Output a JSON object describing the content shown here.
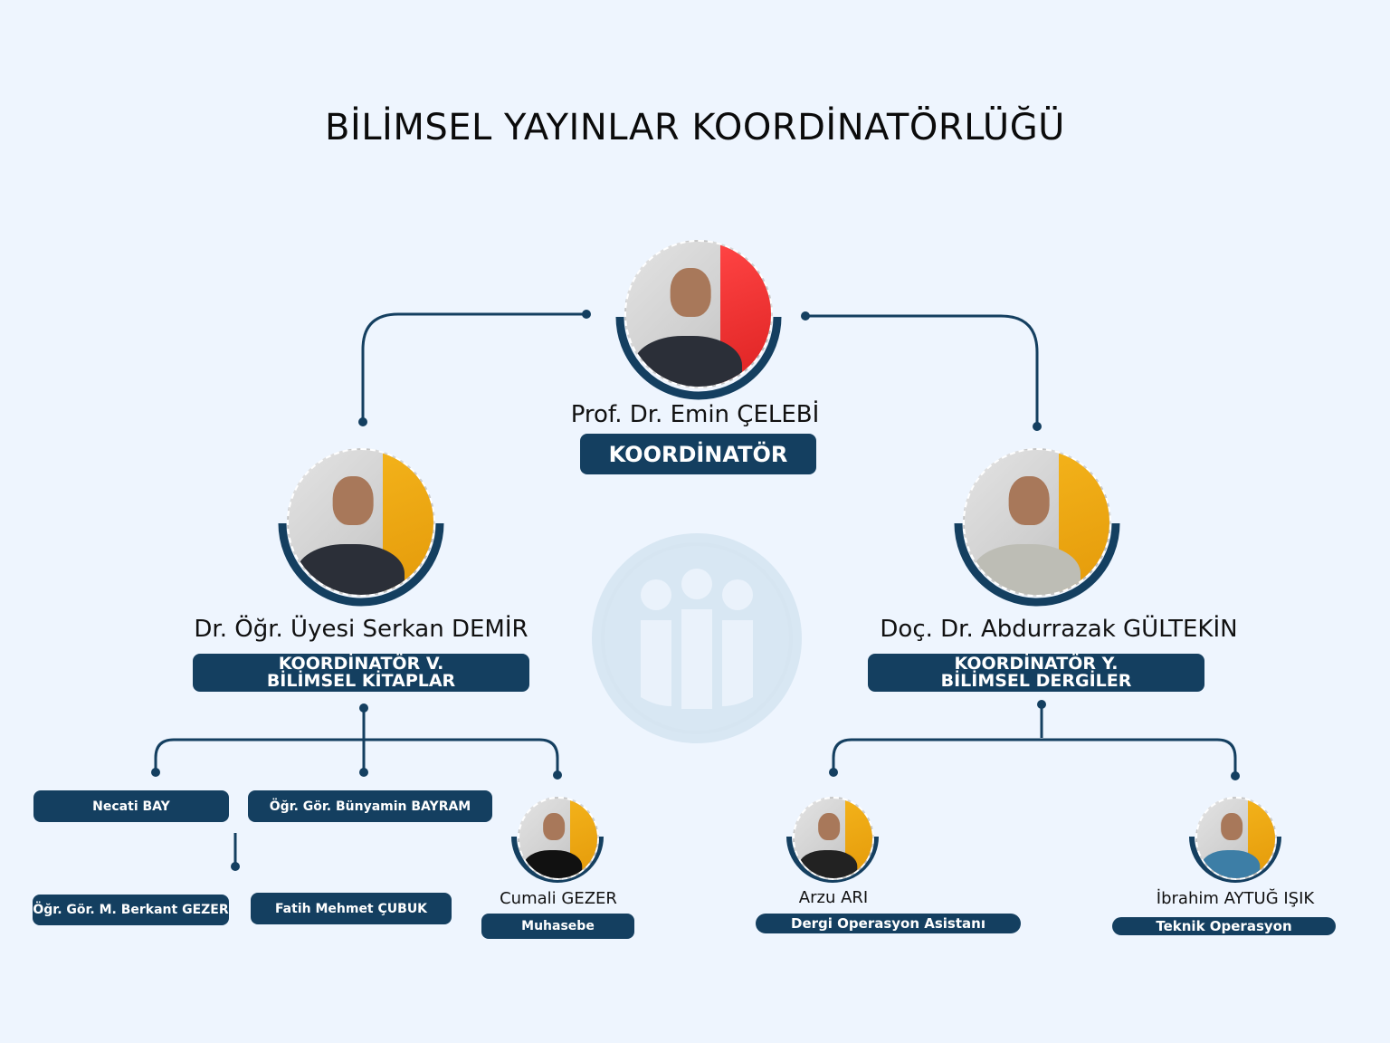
{
  "title": "BİLİMSEL YAYINLAR KOORDİNATÖRLÜĞÜ",
  "colors": {
    "primary": "#143F60",
    "background": "#EEF5FE",
    "watermark": "#C6DAEA"
  },
  "coordinator": {
    "name": "Prof. Dr. Emin ÇELEBİ",
    "role": "KOORDİNATÖR"
  },
  "deputy_left": {
    "name": "Dr. Öğr. Üyesi Serkan DEMİR",
    "role_line1": "KOORDİNATÖR V.",
    "role_line2": "BİLİMSEL KİTAPLAR"
  },
  "deputy_right": {
    "name": "Doç. Dr. Abdurrazak GÜLTEKİN",
    "role_line1": "KOORDİNATÖR Y.",
    "role_line2": "BİLİMSEL DERGİLER"
  },
  "left_team": {
    "members": [
      "Necati BAY",
      "Öğr. Gör. Bünyamin BAYRAM",
      "Öğr. Gör. M. Berkant GEZER",
      "Fatih Mehmet ÇUBUK"
    ],
    "accountant": {
      "name": "Cumali GEZER",
      "role": "Muhasebe"
    }
  },
  "right_team": [
    {
      "name": "Arzu ARI",
      "role": "Dergi Operasyon Asistanı"
    },
    {
      "name": "İbrahim AYTUĞ IŞIK",
      "role": "Teknik Operasyon"
    }
  ]
}
